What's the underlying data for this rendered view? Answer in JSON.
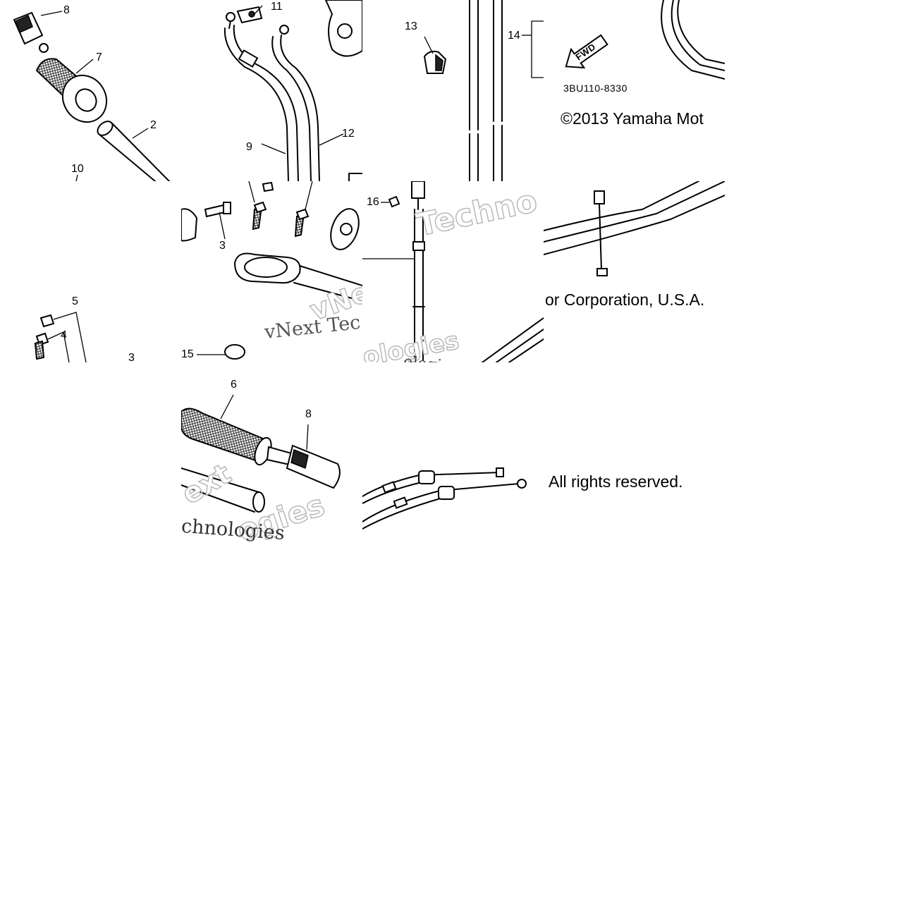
{
  "diagram": {
    "callouts": {
      "n8_top": "8",
      "n7": "7",
      "n2": "2",
      "n10": "10",
      "n11": "11",
      "n9": "9",
      "n12": "12",
      "n13": "13",
      "n14": "14",
      "n3_mid": "3",
      "n16": "16",
      "n5": "5",
      "n4": "4",
      "n3_left": "3",
      "n15": "15",
      "n6": "6",
      "n8_bottom": "8"
    },
    "part_code": "3BU110-8330",
    "arrow_label": "FWD",
    "copyright_part1": "©2013 Yamaha Mot",
    "copyright_part2": "or Corporation, U.S.A.",
    "rights": "All rights reserved.",
    "watermarks": {
      "w1": "vNext Tec",
      "w2": "Techno",
      "w3": "vNe",
      "w4": "ologies",
      "w5": "ext",
      "w6": "chnologies",
      "w7": "ogies",
      "w8": "ologies"
    }
  }
}
